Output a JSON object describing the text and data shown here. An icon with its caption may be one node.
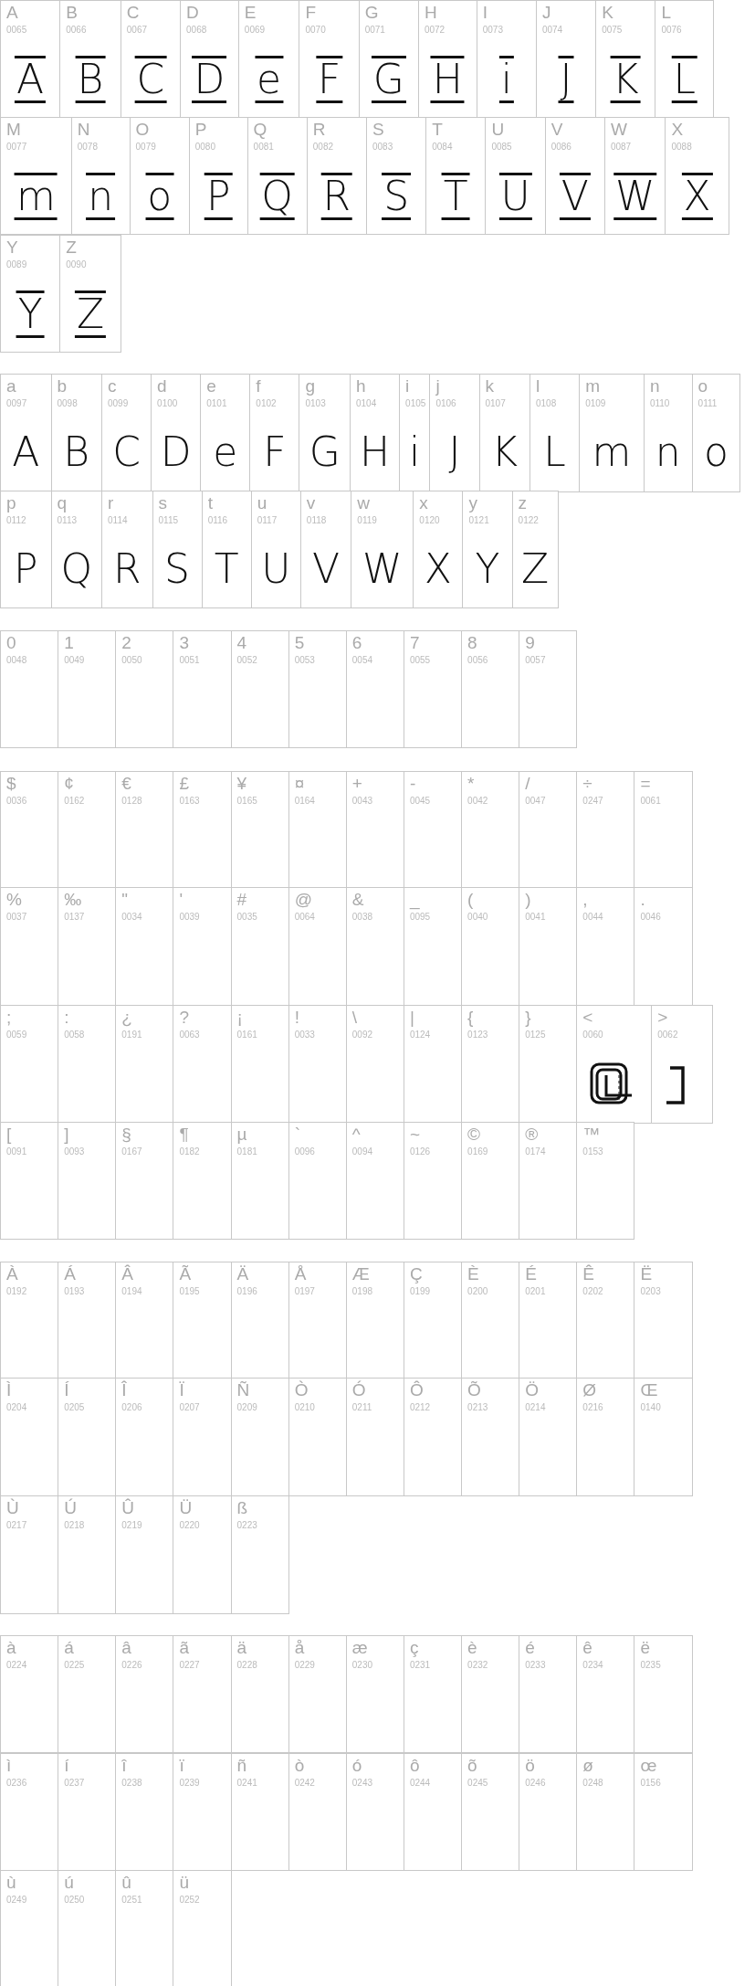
{
  "diagram": {
    "labels": [
      "A",
      "0065",
      "A",
      "B",
      "0066",
      "B",
      "C",
      "0067",
      "C",
      "D",
      "0068",
      "D",
      "E",
      "0069",
      "e",
      "F",
      "0070",
      "F",
      "G",
      "0071",
      "G",
      "H",
      "0072",
      "H",
      "I",
      "0073",
      "i",
      "J",
      "0074",
      "J",
      "K",
      "0075",
      "K",
      "L",
      "0076",
      "L",
      "M",
      "0077",
      "m",
      "N",
      "0078",
      "n",
      "O",
      "0079",
      "o",
      "P",
      "0080",
      "P",
      "Q",
      "0081",
      "Q",
      "R",
      "0082",
      "R",
      "S",
      "0083",
      "S",
      "T",
      "0084",
      "T",
      "U",
      "0085",
      "U",
      "V",
      "0086",
      "V",
      "W",
      "0087",
      "W",
      "X",
      "0088",
      "X",
      "Y",
      "0089",
      "Y",
      "Z",
      "0090",
      "Z",
      "a",
      "0097",
      "A",
      "b",
      "0098",
      "B",
      "c",
      "0099",
      "C",
      "d",
      "0100",
      "D",
      "e",
      "0101",
      "e",
      "f",
      "0102",
      "F",
      "g",
      "0103",
      "G",
      "h",
      "0104",
      "H",
      "i",
      "0105",
      "i",
      "j",
      "0106",
      "J",
      "k",
      "0107",
      "K",
      "l",
      "0108",
      "L",
      "m",
      "0109",
      "m",
      "n",
      "0110",
      "n",
      "o",
      "0111",
      "o",
      "p",
      "0112",
      "P",
      "q",
      "0113",
      "Q",
      "r",
      "0114",
      "R",
      "s",
      "0115",
      "S",
      "t",
      "0116",
      "T",
      "u",
      "0117",
      "U",
      "v",
      "0118",
      "V",
      "w",
      "0119",
      "W",
      "x",
      "0120",
      "X",
      "y",
      "0121",
      "Y",
      "z",
      "0122",
      "Z",
      "0",
      "0048",
      "1",
      "0049",
      "2",
      "0050",
      "3",
      "0051",
      "4",
      "0052",
      "5",
      "0053",
      "6",
      "0054",
      "7",
      "0055",
      "8",
      "0056",
      "9",
      "0057",
      "$",
      "0036",
      "¢",
      "0162",
      "€",
      "0128",
      "£",
      "0163",
      "¥",
      "0165",
      "¤",
      "0164",
      "+",
      "0043",
      "-",
      "0045",
      "*",
      "0042",
      "/",
      "0047",
      "÷",
      "0247",
      "=",
      "0061",
      "%",
      "0037",
      "‰",
      "0137",
      "\"",
      "0034",
      "'",
      "0039",
      "#",
      "0035",
      "@",
      "0064",
      "&",
      "0038",
      "_",
      "0095",
      "(",
      "0040",
      ")",
      "0041",
      ",",
      "0044",
      ".",
      "0046",
      ";",
      "0059",
      ":",
      "0058",
      "¿",
      "0191",
      "?",
      "0063",
      "¡",
      "0161",
      "!",
      "0033",
      "\\",
      "0092",
      "|",
      "0124",
      "{",
      "0123",
      "}",
      "0125",
      "<",
      "0060",
      ">",
      "0062",
      "[",
      "0091",
      "]",
      "0093",
      "§",
      "0167",
      "¶",
      "0182",
      "µ",
      "0181",
      "`",
      "0096",
      "^",
      "0094",
      "~",
      "0126",
      "©",
      "0169",
      "®",
      "0174",
      "™",
      "0153",
      "À",
      "0192",
      "Á",
      "0193",
      "Â",
      "0194",
      "Ã",
      "0195",
      "Ä",
      "0196",
      "Å",
      "0197",
      "Æ",
      "0198",
      "Ç",
      "0199",
      "È",
      "0200",
      "É",
      "0201",
      "Ê",
      "0202",
      "Ë",
      "0203",
      "Ì",
      "0204",
      "Í",
      "0205",
      "Î",
      "0206",
      "Ï",
      "0207",
      "Ñ",
      "0209",
      "Ò",
      "0210",
      "Ó",
      "0211",
      "Ô",
      "0212",
      "Õ",
      "0213",
      "Ö",
      "0214",
      "Ø",
      "0216",
      "Œ",
      "0140",
      "Ù",
      "0217",
      "Ú",
      "0218",
      "Û",
      "0219",
      "Ü",
      "0220",
      "ß",
      "0223",
      "à",
      "0224",
      "á",
      "0225",
      "â",
      "0226",
      "ã",
      "0227",
      "ä",
      "0228",
      "å",
      "0229",
      "æ",
      "0230",
      "ç",
      "0231",
      "è",
      "0232",
      "é",
      "0233",
      "ê",
      "0234",
      "ë",
      "0235",
      "ì",
      "0236",
      "í",
      "0237",
      "î",
      "0238",
      "ï",
      "0239",
      "ñ",
      "0241",
      "ò",
      "0242",
      "ó",
      "0243",
      "ô",
      "0244",
      "õ",
      "0245",
      "ö",
      "0246",
      "ø",
      "0248",
      "œ",
      "0156",
      "ù",
      "0249",
      "ú",
      "0250",
      "û",
      "0251",
      "ü",
      "0252"
    ]
  }
}
